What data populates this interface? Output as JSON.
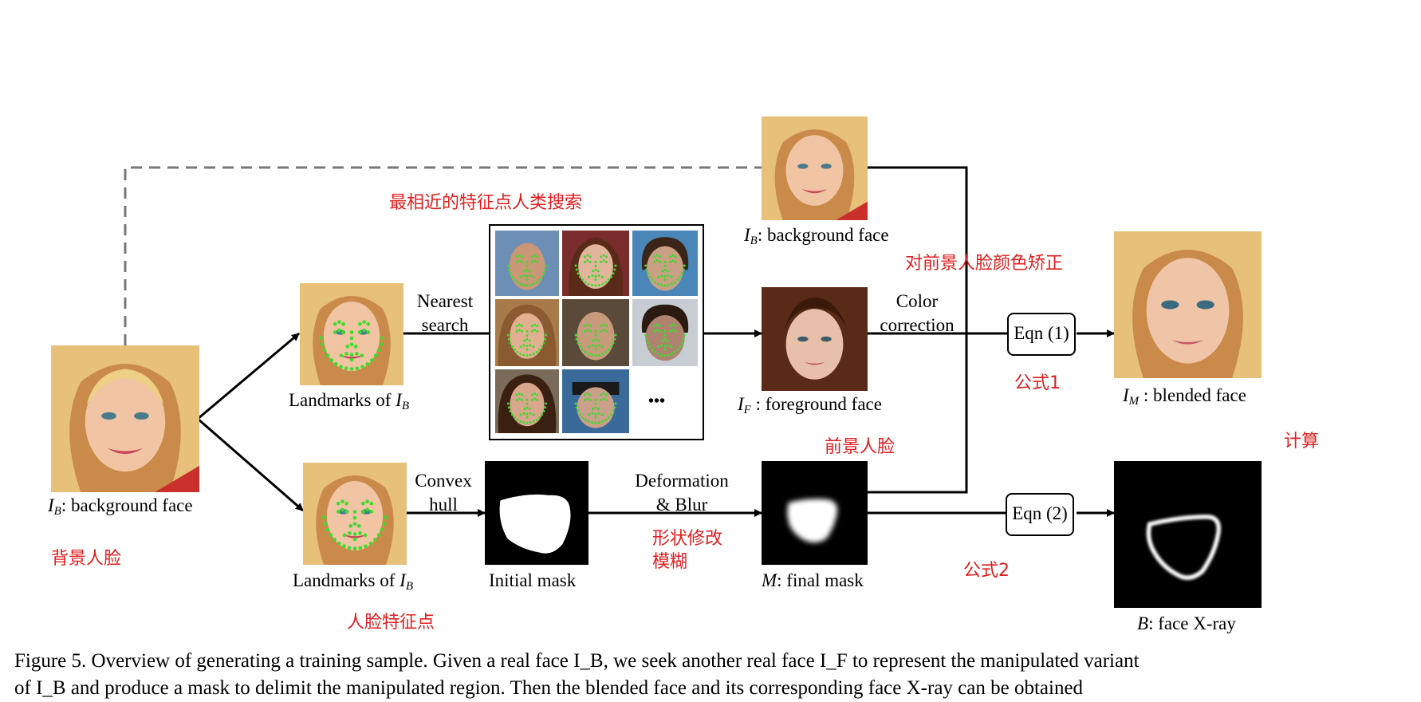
{
  "labels": {
    "bg_left_name": "I",
    "bg_left_sub": "B",
    "bg_left_text": ": background face",
    "lm_top_text": "Landmarks of ",
    "lm_top_name": "I",
    "lm_top_sub": "B",
    "lm_bot_text": "Landmarks of ",
    "lm_bot_name": "I",
    "lm_bot_sub": "B",
    "nearest_line1": "Nearest",
    "nearest_line2": "search",
    "convex_line1": "Convex",
    "convex_line2": "hull",
    "initial_mask": "Initial mask",
    "deform_line1": "Deformation",
    "deform_line2": "& Blur",
    "bg_top_name": "I",
    "bg_top_sub": "B",
    "bg_top_text": ": background face",
    "fg_name": "I",
    "fg_sub": "F",
    "fg_text": " : foreground face",
    "final_mask_name": "M",
    "final_mask_text": ": final mask",
    "color_line1": "Color",
    "color_line2": "correction",
    "eqn1": "Eqn (1)",
    "eqn2": "Eqn (2)",
    "blended_name": "I",
    "blended_sub": "M",
    "blended_text": " : blended face",
    "xray_name": "B",
    "xray_text": ": face X-ray",
    "ellipsis": "•••"
  },
  "annotations": {
    "bg_face_cn": "背景人脸",
    "landmarks_cn": "人脸特征点",
    "nearest_cn": "最相近的特征点人类搜索",
    "deform_cn_1": "形状修改",
    "deform_cn_2": "模糊",
    "color_cn": "对前景人脸颜色矫正",
    "fg_face_cn": "前景人脸",
    "formula1_cn": "公式1",
    "formula2_cn": "公式2",
    "compute_cn": "计算"
  },
  "caption": {
    "line1": "Figure 5. Overview of generating a training sample. Given a real face I_B, we seek another real face I_F to represent the manipulated variant",
    "line2": "of I_B and produce a mask to delimit the manipulated region. Then the blended face and its corresponding face X-ray can be obtained"
  },
  "colors": {
    "annotation": "#e11e1e",
    "landmark": "#3ddc2e",
    "dashed_line": "#777777"
  }
}
